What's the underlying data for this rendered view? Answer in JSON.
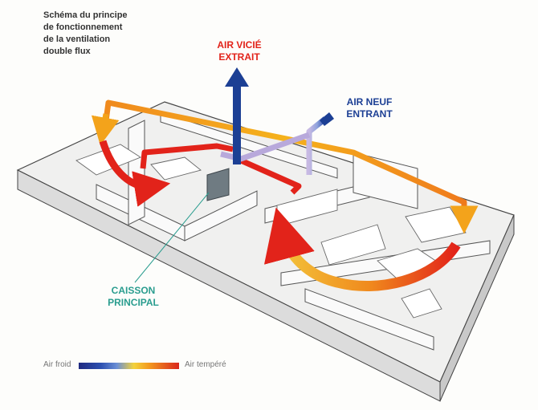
{
  "caption": {
    "line1": "Schéma du principe",
    "line2": "de fonctionnement",
    "line3": "de la ventilation",
    "line4": "double flux"
  },
  "labels": {
    "air_vicie_1": "AIR VICIÉ",
    "air_vicie_2": "EXTRAIT",
    "air_neuf_1": "AIR NEUF",
    "air_neuf_2": "ENTRANT",
    "caisson_1": "CAISSON",
    "caisson_2": "PRINCIPAL"
  },
  "legend": {
    "left": "Air froid",
    "right": "Air tempéré"
  },
  "colors": {
    "extract_red": "#e2231a",
    "fresh_blue": "#1c3f94",
    "caisson_teal": "#2a9d8f",
    "warm_orange": "#f3a31b"
  }
}
